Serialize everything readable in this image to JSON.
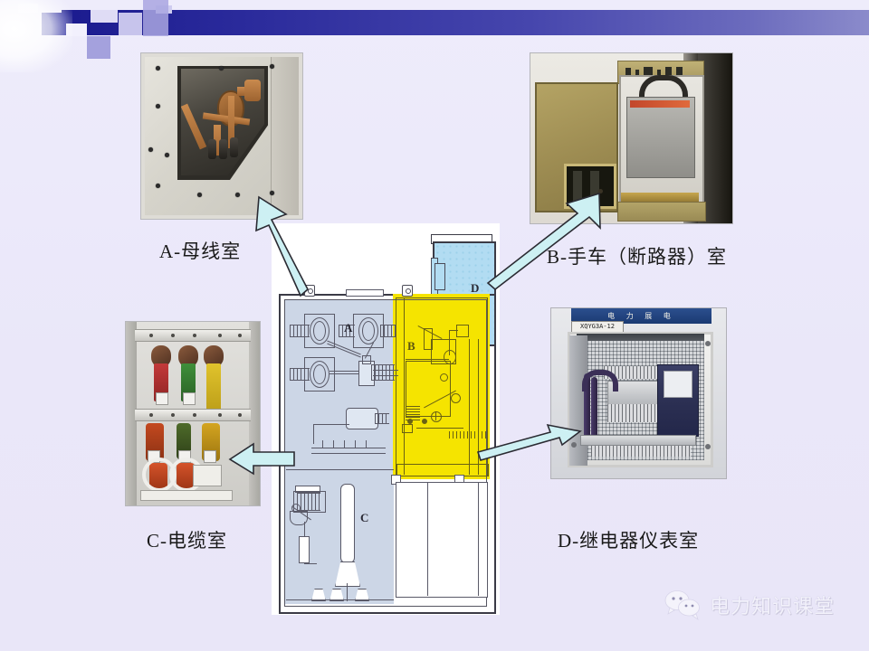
{
  "slide": {
    "background_color": "#ebe8fa",
    "header": {
      "name": "decorative-header-bar",
      "bar_color": "#1b1b8f"
    }
  },
  "diagram": {
    "title_note": "switchgear cubicle cross-section",
    "regions": [
      {
        "key": "A",
        "label": "A",
        "color": "#ccd6e6",
        "meaning": "busbar compartment"
      },
      {
        "key": "B",
        "label": "B",
        "color": "#f5e400",
        "meaning": "withdrawable breaker compartment"
      },
      {
        "key": "C",
        "label": "C",
        "color": "#ccd6e6",
        "meaning": "cable compartment"
      },
      {
        "key": "D",
        "label": "D",
        "color": "#b2dcf2",
        "meaning": "relay / instrument compartment"
      }
    ]
  },
  "photos": [
    {
      "id": "A",
      "name": "photo-busbar-compartment"
    },
    {
      "id": "B",
      "name": "photo-breaker-truck-compartment"
    },
    {
      "id": "C",
      "name": "photo-cable-compartment"
    },
    {
      "id": "D",
      "name": "photo-relay-instrument-compartment"
    }
  ],
  "captions": {
    "a": "A-母线室",
    "b": "B-手车（断路器）室",
    "c": "C-电缆室",
    "d": "D-继电器仪表室"
  },
  "arrows": [
    {
      "name": "arrow-to-photo-a",
      "from": "diagram-region-A",
      "to": "photo-A",
      "direction": "up-left",
      "color": "#cdf0f3"
    },
    {
      "name": "arrow-to-photo-b",
      "from": "diagram-region-B",
      "to": "photo-B",
      "direction": "up-right",
      "color": "#cdf0f3"
    },
    {
      "name": "arrow-to-photo-c",
      "from": "diagram-region-C",
      "to": "photo-C",
      "direction": "left",
      "color": "#cdf0f3"
    },
    {
      "name": "arrow-to-photo-d",
      "from": "diagram-region-D",
      "to": "photo-D",
      "direction": "up-right",
      "color": "#cdf0f3"
    }
  ],
  "photo_d_detail": {
    "banner_text": "电 力 展 电",
    "tag_text": "XQYG3A-12"
  },
  "watermark": {
    "icon": "wechat-icon",
    "text": "电力知识课堂"
  }
}
